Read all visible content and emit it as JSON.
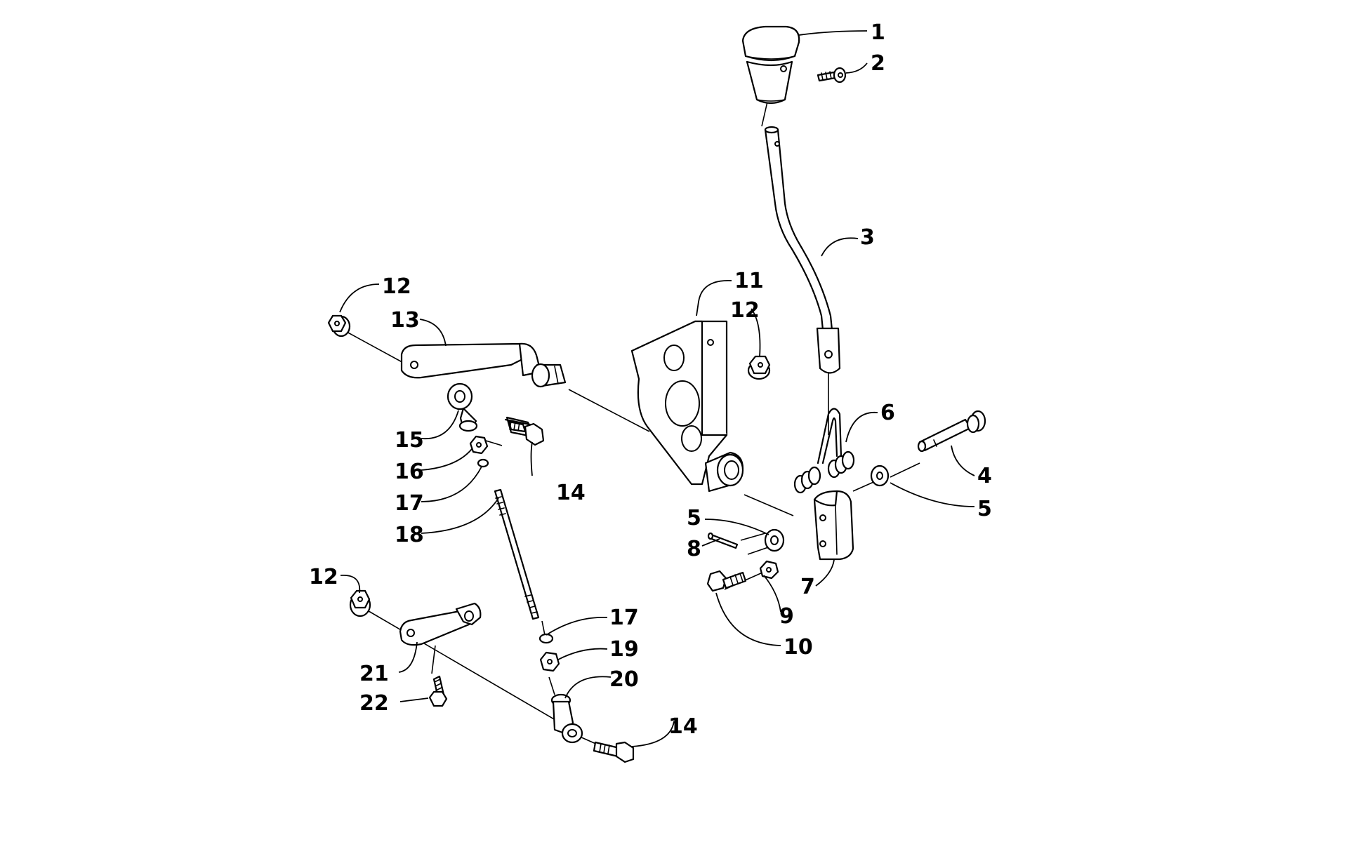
{
  "diagram": {
    "colors": {
      "ink": "#000000",
      "paper": "#ffffff"
    },
    "callouts": [
      "1",
      "2",
      "3",
      "4",
      "5",
      "5",
      "6",
      "7",
      "8",
      "9",
      "10",
      "11",
      "12",
      "12",
      "12",
      "13",
      "14",
      "14",
      "15",
      "16",
      "17",
      "17",
      "18",
      "19",
      "20",
      "21",
      "22"
    ]
  }
}
